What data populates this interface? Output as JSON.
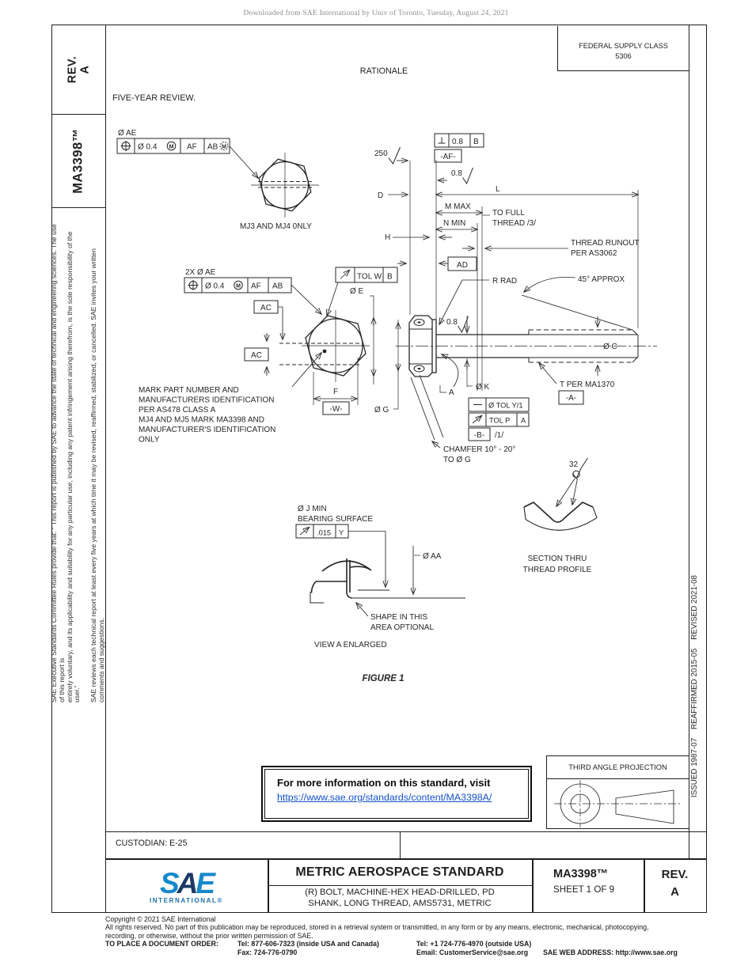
{
  "page": {
    "download_note": "Downloaded from SAE International by Univ of Toronto, Tuesday, August 24, 2021"
  },
  "sidebar_left": {
    "rev_label": "REV.",
    "rev_value": "A",
    "doc_number": "MA3398™",
    "disclaimer_line1": "SAE Executive Standards Committee Rules provide that: “ This report is published by SAE to advance the state of technical and engineering sciences. The use of this report is",
    "disclaimer_line2": "entirely voluntary, and its applicability and suitability for any particular use, including any patent infringement arising therefrom, is the sole responsibility of the user.”",
    "review_note": "SAE reviews each technical report at least every five years at which time it may be revised, reaffirmed, stabilized, or cancelled. SAE invites your written comments and suggestions."
  },
  "sidebar_right": {
    "history": "ISSUED 1987-07    REAFFIRMED 2015-05    REVISED 2021-08"
  },
  "header": {
    "federal_supply_class_label": "FEDERAL SUPPLY CLASS",
    "federal_supply_class_value": "5306",
    "rationale_title": "RATIONALE",
    "rationale_text": "FIVE-YEAR REVIEW."
  },
  "drawing": {
    "hex_top_note": "MJ3 AND MJ4 0NLY",
    "fcf_top": {
      "label": "Ø AE",
      "tol": "Ø 0.4",
      "mod": "M",
      "d1": "AF",
      "d2": "AB",
      "mod2": "M"
    },
    "fcf_front": {
      "label": "2X Ø AE",
      "tol": "Ø 0.4",
      "mod": "M",
      "d1": "AF",
      "d2": "AB"
    },
    "frame_tol_w": {
      "text": "TOL W",
      "datum": "B"
    },
    "frame_perp": {
      "tol": "0.8",
      "datum": "B"
    },
    "datum_af": "-AF-",
    "finish_250": "250",
    "finish_08_top": "0.8",
    "finish_08_shank": "0.8",
    "finish_32": "32",
    "dim_d": "D",
    "dim_l": "L",
    "dim_m": "M MAX",
    "dim_n": "N MIN",
    "dim_h": "H",
    "dim_ad": "AD",
    "full_thread_1": "TO FULL",
    "full_thread_2": "THREAD /3/",
    "runout_1": "THREAD RUNOUT",
    "runout_2": "PER AS3062",
    "r_rad": "R RAD",
    "angle_45": "45° APPROX",
    "dia_c": "Ø C",
    "dia_k": "Ø K",
    "dia_e": "Ø E",
    "dia_g": "Ø G",
    "t_per": "T PER MA1370",
    "datum_a": "-A-",
    "ac": "AC",
    "dim_f": "F",
    "datum_w": "-W-",
    "frame_straight": "Ø TOL Y/1",
    "frame_tol_p": {
      "text": "TOL P",
      "datum": "A"
    },
    "datum_b": "-B-",
    "note_1": "/1/",
    "chamfer_1": "CHAMFER 10° - 20°",
    "chamfer_2": "TO Ø G",
    "mark_note": [
      "MARK PART NUMBER AND",
      "MANUFACTURERS IDENTIFICATION",
      "PER AS478 CLASS A",
      "MJ4 AND MJ5 MARK MA3398 AND",
      "MANUFACTURER'S IDENTIFICATION",
      "ONLY"
    ],
    "view_a": {
      "l1": "Ø J MIN",
      "l2": "BEARING SURFACE",
      "tol": ".015",
      "datum": "Y",
      "dia_aa": "Ø AA",
      "shape_1": "SHAPE IN THIS",
      "shape_2": "AREA OPTIONAL",
      "caption": "VIEW A ENLARGED",
      "view_label": "A"
    },
    "section": {
      "l1": "SECTION THRU",
      "l2": "THREAD PROFILE"
    },
    "figure": "FIGURE 1"
  },
  "info_box": {
    "line1": "For more information on this standard, visit",
    "link": "https://www.sae.org/standards/content/MA3398A/"
  },
  "projection": {
    "label": "THIRD ANGLE PROJECTION"
  },
  "title_block": {
    "custodian": "CUSTODIAN: E-25",
    "logo": {
      "s": "S",
      "a": "A",
      "e": "E",
      "sub": "INTERNATIONAL®"
    },
    "standard_type": "METRIC AEROSPACE STANDARD",
    "description_line1": "(R) BOLT, MACHINE-HEX HEAD-DRILLED, PD",
    "description_line2": "SHANK, LONG THREAD, AMS5731, METRIC",
    "doc_number": "MA3398™",
    "sheet": "SHEET 1 OF 9",
    "rev_label": "REV.",
    "rev_value": "A"
  },
  "footer": {
    "copyright": "Copyright © 2021 SAE International",
    "rights_line1": "All rights reserved. No part of this publication may be reproduced, stored in a retrieval system or transmitted, in any form or by any means, electronic, mechanical, photocopying,",
    "rights_line2": "recording, or otherwise, without the prior written permission of SAE.",
    "order_label": "TO PLACE A DOCUMENT ORDER:",
    "tel_inside": "Tel: 877-606-7323 (inside USA and Canada)",
    "tel_outside": "Tel: +1 724-776-4970 (outside USA)",
    "fax": "Fax: 724-776-0790",
    "email": "Email: CustomerService@sae.org",
    "web": "SAE WEB ADDRESS: http://www.sae.org"
  }
}
